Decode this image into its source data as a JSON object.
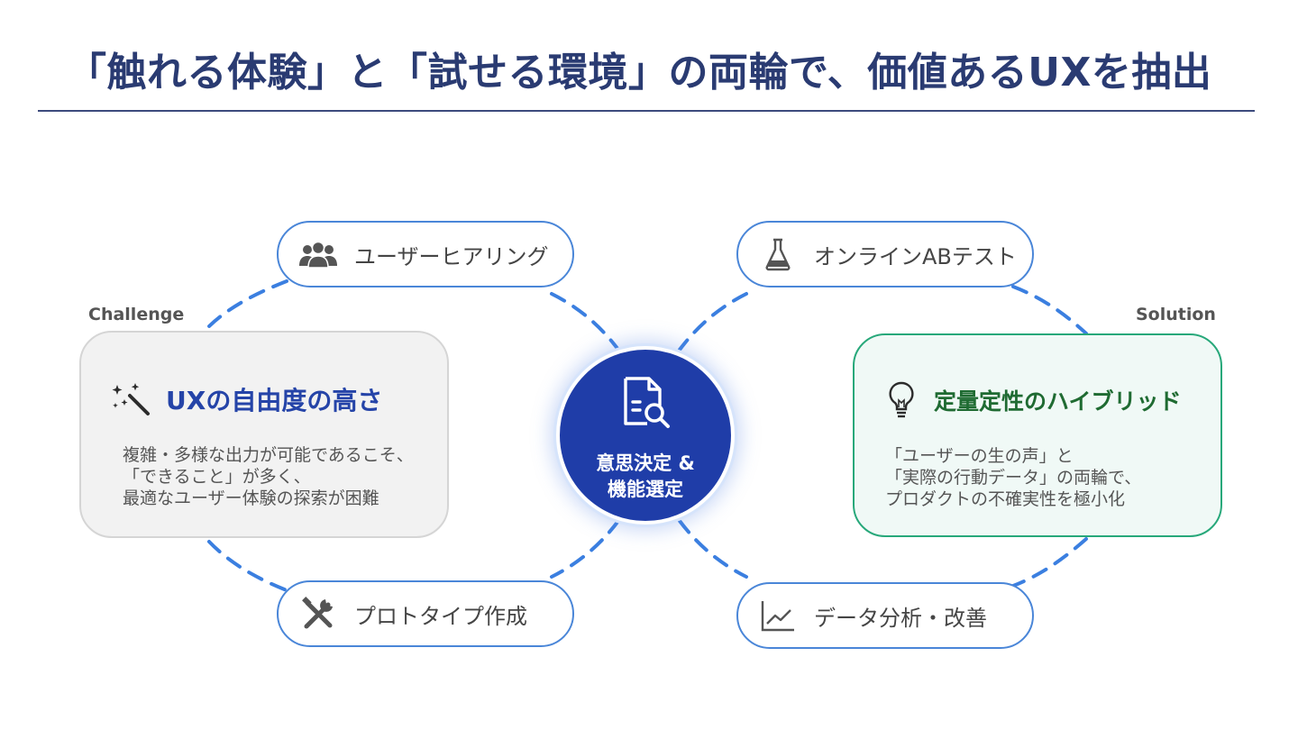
{
  "title": "「触れる体験」と「試せる環境」の両輪で、価値あるUXを抽出",
  "colors": {
    "title": "#2a3b72",
    "accent_blue": "#1f3da8",
    "pill_border": "#4a86d8",
    "connector": "#3b7fe0",
    "solution_border": "#27a87a",
    "solution_title": "#1f6b32"
  },
  "center": {
    "label": "意思決定 &\n機能選定",
    "icon": "document-search-icon"
  },
  "pills": {
    "user_hearing": {
      "label": "ユーザーヒアリング",
      "icon": "users-icon"
    },
    "prototype": {
      "label": "プロトタイプ作成",
      "icon": "tools-icon"
    },
    "ab_test": {
      "label": "オンラインABテスト",
      "icon": "flask-icon"
    },
    "analysis": {
      "label": "データ分析・改善",
      "icon": "line-chart-icon"
    }
  },
  "challenge": {
    "tag": "Challenge",
    "title": "UXの自由度の高さ",
    "icon": "magic-wand-icon",
    "body": [
      "複雑・多様な出力が可能であるこそ、",
      "「できること」が多く、",
      "最適なユーザー体験の探索が困難"
    ]
  },
  "solution": {
    "tag": "Solution",
    "title": "定量定性のハイブリッド",
    "icon": "lightbulb-icon",
    "body": [
      "「ユーザーの生の声」と",
      "「実際の行動データ」の両輪で、",
      "プロダクトの不確実性を極小化"
    ]
  }
}
